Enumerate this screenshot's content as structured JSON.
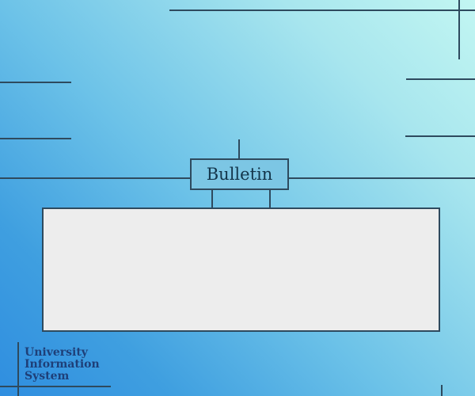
{
  "bulletin": {
    "title": "Bulletin"
  },
  "brand": {
    "line1": "University",
    "line2": "Information",
    "line3": "System"
  },
  "colors": {
    "frame_line": "#2e4a5e",
    "header_fill": "#7cc6e4",
    "panel_fill": "#ededed",
    "brand_text": "#1e3f78",
    "gradient_light": "#c2f6f2",
    "gradient_dark": "#2f8ee0"
  }
}
